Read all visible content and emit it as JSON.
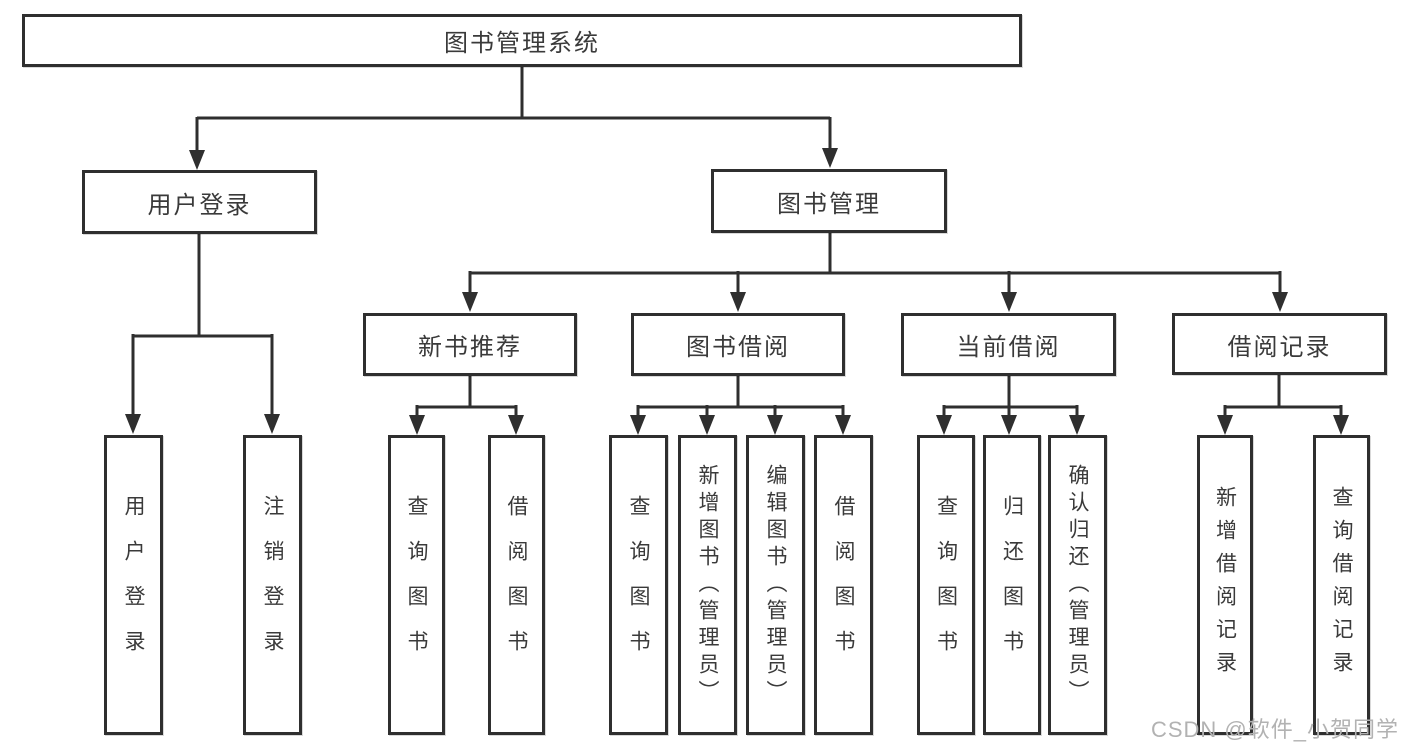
{
  "diagram": {
    "tree": {
      "root": {
        "label": "图书管理系统",
        "children": [
          {
            "label": "用户登录",
            "children": [
              {
                "label": "用户登录"
              },
              {
                "label": "注销登录"
              }
            ]
          },
          {
            "label": "图书管理",
            "children": [
              {
                "label": "新书推荐",
                "children": [
                  {
                    "label": "查询图书"
                  },
                  {
                    "label": "借阅图书"
                  }
                ]
              },
              {
                "label": "图书借阅",
                "children": [
                  {
                    "label": "查询图书"
                  },
                  {
                    "label": "新增图书（管理员）"
                  },
                  {
                    "label": "编辑图书（管理员）"
                  },
                  {
                    "label": "借阅图书"
                  }
                ]
              },
              {
                "label": "当前借阅",
                "children": [
                  {
                    "label": "查询图书"
                  },
                  {
                    "label": "归还图书"
                  },
                  {
                    "label": "确认归还（管理员）"
                  }
                ]
              },
              {
                "label": "借阅记录",
                "children": [
                  {
                    "label": "新增借阅记录"
                  },
                  {
                    "label": "查询借阅记录"
                  }
                ]
              }
            ]
          }
        ]
      }
    },
    "colors": {
      "line": "#2f2f2f",
      "box_border": "#2f2f2f",
      "box_fill": "#ffffff",
      "text": "#3a3a3a",
      "background": "#ffffff",
      "watermark": "#b2b2b2"
    }
  },
  "watermark": {
    "text": "CSDN @软件_小贺同学"
  }
}
